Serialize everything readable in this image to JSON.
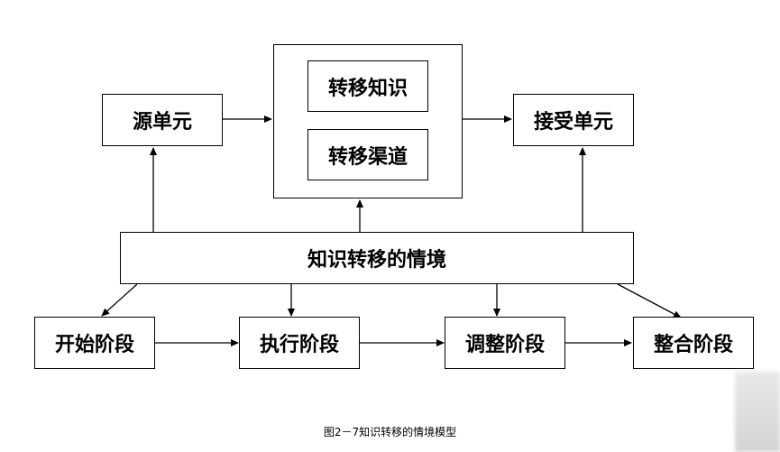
{
  "diagram": {
    "nodes": {
      "source": "源单元",
      "transfer_knowledge": "转移知识",
      "transfer_channel": "转移渠道",
      "receiver": "接受单元",
      "context": "知识转移的情境",
      "stage_start": "开始阶段",
      "stage_execute": "执行阶段",
      "stage_adjust": "调整阶段",
      "stage_integrate": "整合阶段"
    },
    "edges": [
      {
        "from": "source",
        "to": "center_box"
      },
      {
        "from": "center_box",
        "to": "receiver"
      },
      {
        "from": "context",
        "to": "source"
      },
      {
        "from": "context",
        "to": "center_box"
      },
      {
        "from": "context",
        "to": "receiver"
      },
      {
        "from": "context",
        "to": "stage_start"
      },
      {
        "from": "context",
        "to": "stage_execute"
      },
      {
        "from": "context",
        "to": "stage_adjust"
      },
      {
        "from": "context",
        "to": "stage_integrate"
      },
      {
        "from": "stage_start",
        "to": "stage_execute"
      },
      {
        "from": "stage_execute",
        "to": "stage_adjust"
      },
      {
        "from": "stage_adjust",
        "to": "stage_integrate"
      }
    ]
  },
  "caption": "图2－7知识转移的情境模型"
}
